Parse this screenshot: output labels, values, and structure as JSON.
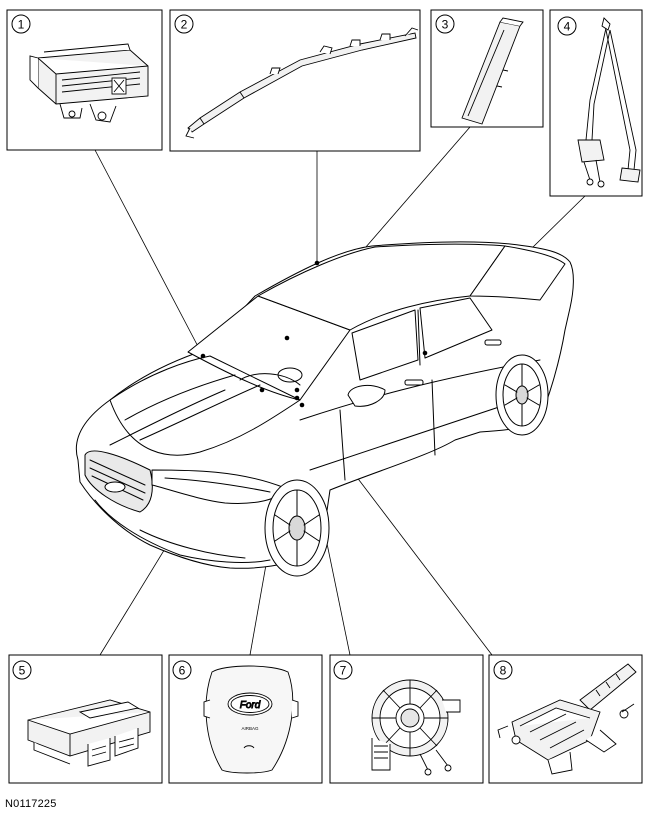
{
  "figure": {
    "reference_code": "N0117225",
    "callouts": [
      {
        "number": "1",
        "part": "passenger-airbag-module"
      },
      {
        "number": "2",
        "part": "side-curtain-airbag"
      },
      {
        "number": "3",
        "part": "knee-airbag-module"
      },
      {
        "number": "4",
        "part": "seatbelt-retractor-pretensioner"
      },
      {
        "number": "5",
        "part": "restraints-control-module"
      },
      {
        "number": "6",
        "part": "driver-airbag-module"
      },
      {
        "number": "7",
        "part": "clockspring"
      },
      {
        "number": "8",
        "part": "steering-column"
      }
    ],
    "driver_airbag_text": {
      "brand": "Ford",
      "marking": "AIRBAG"
    }
  },
  "colors": {
    "line": "#000000",
    "background": "#ffffff",
    "fill_light": "#f2f2f2",
    "fill_mid": "#d9d9d9"
  }
}
